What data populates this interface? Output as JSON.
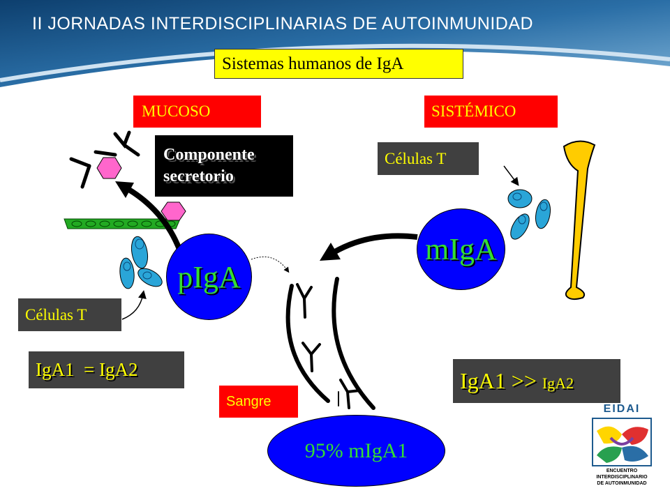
{
  "header": {
    "title": "II JORNADAS INTERDISCIPLINARIAS DE AUTOINMUNIDAD"
  },
  "diagram": {
    "main_title": "Sistemas humanos de IgA",
    "mucoso_label": "MUCOSO",
    "sistemico_label": "SISTÉMICO",
    "componente_line1": "Componente",
    "componente_line2": "secretorio",
    "celulas_t_left": "Células T",
    "celulas_t_right": "Células T",
    "pIgA": "pIgA",
    "mIgA": "mIgA",
    "mIgA1": "95% mIgA1",
    "sangre": "Sangre",
    "iga_left": "IgA1  = IgA2",
    "iga_right_main": "IgA1 >> ",
    "iga_right_small": "IgA2"
  },
  "logo": {
    "brand": "EIDAI",
    "line1": "ENCUENTRO",
    "line2": "INTERDISCIPLINARIO",
    "line3": "DE AUTOINMUNIDAD"
  },
  "colors": {
    "header_blue": "#1d5a8e",
    "ellipse_blue": "#0000ff",
    "bone_yellow": "#ffcc00",
    "cell_blue": "#2aa5d8"
  }
}
